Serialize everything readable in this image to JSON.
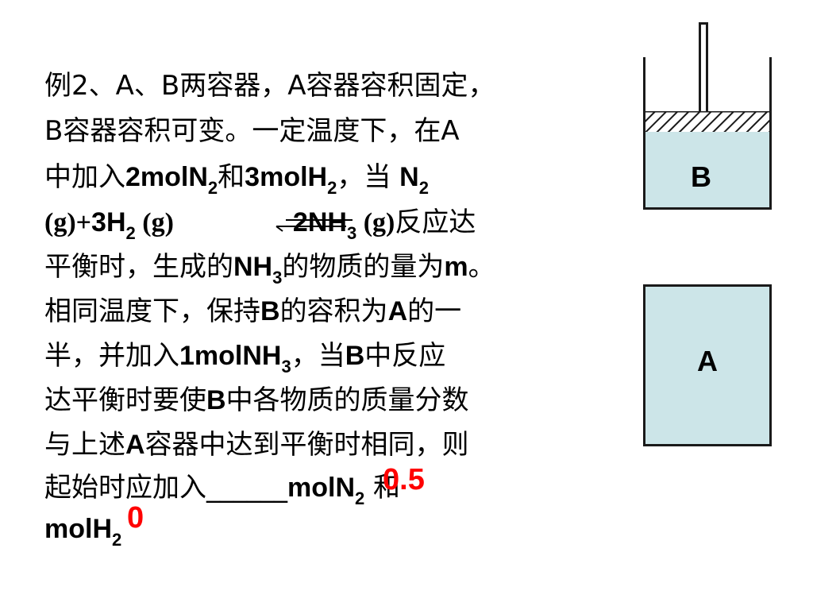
{
  "problem": {
    "line1": "例2、A、B两容器，A容器容积固定，",
    "line2": "B容器容积可变。一定温度下，在A",
    "line3_a": "中加入",
    "line3_b": "2molN",
    "line3_sub1": "2",
    "line3_c": "和",
    "line3_d": "3molH",
    "line3_sub2": "2",
    "line3_e": "，当  ",
    "line3_f": "N",
    "line3_sub3": "2",
    "line4_a": "(g)+",
    "line4_b": "3H",
    "line4_sub1": "2",
    "line4_c": " (g)",
    "line4_d": "2NH",
    "line4_sub2": "3",
    "line4_e": " (g)",
    "line4_f": "反应达",
    "line5_a": "平衡时，生成的",
    "line5_b": "NH",
    "line5_sub": "3",
    "line5_c": "的物质的量为",
    "line5_d": "m",
    "line5_e": "。",
    "line6_a": "相同温度下，保持",
    "line6_b": "B",
    "line6_c": "的容积为",
    "line6_d": "A",
    "line6_e": "的一",
    "line7_a": "半，并加入",
    "line7_b": "1molNH",
    "line7_sub": "3",
    "line7_c": "，当",
    "line7_d": "B",
    "line7_e": "中反应",
    "line8_a": "达平衡时要使",
    "line8_b": "B",
    "line8_c": "中各物质的质量分数",
    "line9_a": "与上述",
    "line9_b": "A",
    "line9_c": "容器中达到平衡时相同，则",
    "line10_a": "起始时应加入______",
    "line10_b": "molN",
    "line10_sub": "2",
    "line10_c": "  和",
    "line11_a": "molH",
    "line11_sub": "2"
  },
  "answers": {
    "n2": "0.5",
    "h2": "0"
  },
  "containers": {
    "b_label": "B",
    "a_label": "A"
  },
  "colors": {
    "answer": "#ff0000",
    "container_fill": "#cce5e8"
  }
}
